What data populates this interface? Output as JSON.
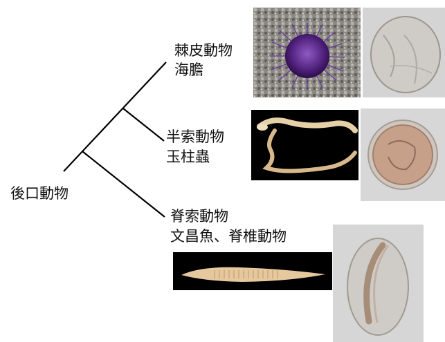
{
  "root": {
    "name": "後口動物"
  },
  "clades": [
    {
      "group": "棘皮動物",
      "example": "海膽",
      "icon": "sea-urchin-photo",
      "embryo_icon": "sea-urchin-embryo-photo"
    },
    {
      "group": "半索動物",
      "example": "玉柱蟲",
      "icon": "acorn-worm-photo",
      "embryo_icon": "acorn-worm-embryo-photo"
    },
    {
      "group": "脊索動物",
      "example": "文昌魚、脊椎動物",
      "icon": "amphioxus-photo",
      "embryo_icon": "amphioxus-embryo-photo"
    }
  ],
  "colors": {
    "line": "#000000",
    "urchin": "#5b2a86",
    "worm": "#d9b98a",
    "amphioxus": "#e9cfa8",
    "embryo_bg": "#d7d7d7"
  }
}
